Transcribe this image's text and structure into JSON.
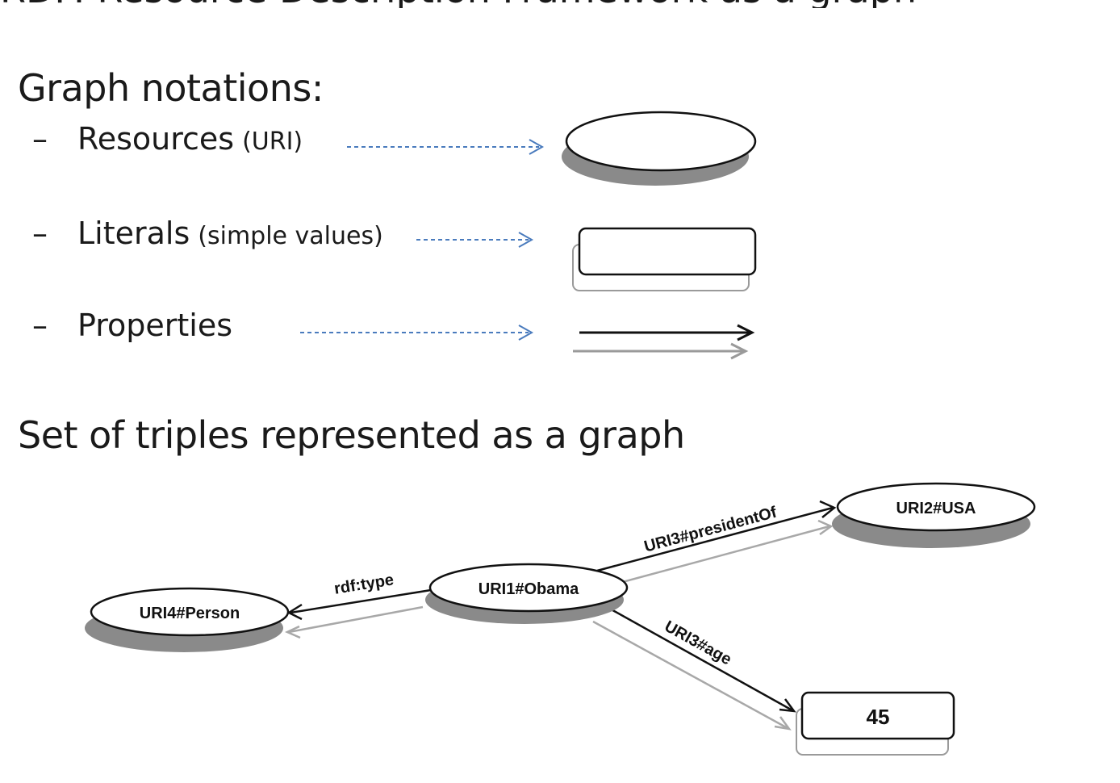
{
  "slide_title_partial": "RDF: Resource Description Framework as a graph",
  "notations": {
    "title": "Graph notations:",
    "items": [
      {
        "dash": "–",
        "label": "Resources",
        "note": "(URI)"
      },
      {
        "dash": "–",
        "label": "Literals",
        "note": "(simple values)"
      },
      {
        "dash": "–",
        "label": "Properties",
        "note": ""
      }
    ]
  },
  "graph_section": {
    "title": "Set of triples represented as a graph"
  },
  "graph": {
    "nodes": {
      "obama": "URI1#Obama",
      "usa": "URI2#USA",
      "person": "URI4#Person",
      "age_value": "45"
    },
    "edges": {
      "president_of": "URI3#presidentOf",
      "type": "rdf:type",
      "age": "URI3#age"
    }
  },
  "colors": {
    "text": "#1a1a1a",
    "pointer_arrow": "#4a7bbd",
    "node_shadow": "#8a8a8a",
    "edge_shadow": "#a8a8a8"
  }
}
